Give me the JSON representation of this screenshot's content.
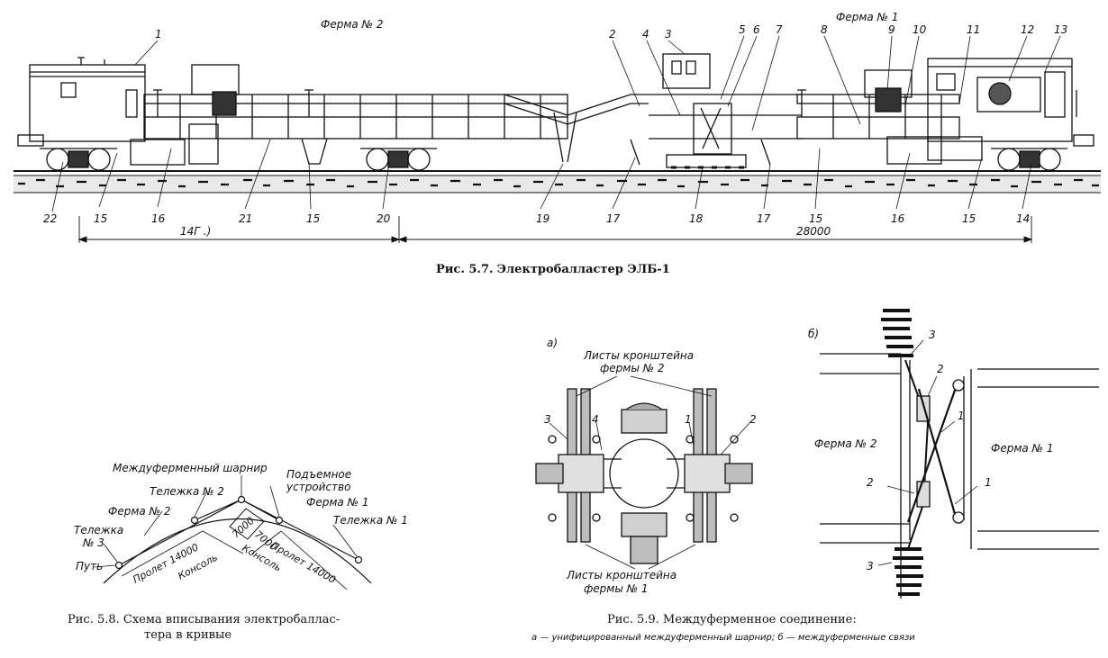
{
  "fig57": {
    "truss2_label": "Ферма № 2",
    "truss1_label": "Ферма № 1",
    "top_numbers": [
      "1",
      "2",
      "4",
      "3",
      "5",
      "6",
      "7",
      "8",
      "9",
      "10",
      "11",
      "12",
      "13"
    ],
    "bottom_numbers": [
      "22",
      "15",
      "16",
      "21",
      "15",
      "20",
      "19",
      "17",
      "18",
      "17",
      "15",
      "16",
      "15",
      "14"
    ],
    "dim_left": "14Г .)",
    "dim_right": "28000",
    "caption_prefix": "Рис. 5.7.",
    "caption_text": "Электробалластер ЭЛБ-1"
  },
  "fig58": {
    "labels": {
      "hinge": "Междуферменный шарнир",
      "lift": "Подъемное",
      "lift2": "устройство",
      "bogie2": "Тележка № 2",
      "truss2": "Ферма № 2",
      "truss1": "Ферма № 1",
      "bogie1": "Тележка № 1",
      "bogie3a": "Тележка",
      "bogie3b": "№ 3",
      "track": "Путь",
      "span_left": "Пролет 14000",
      "console_left": "Консоль",
      "span_right": "Пролет 14000",
      "console_right": "Консоль",
      "dim_7000a": "7000",
      "dim_7000b": "7000"
    },
    "caption_prefix": "Рис. 5.8.",
    "caption_line1": "Схема вписывания электробаллас-",
    "caption_line2": "тера в кривые"
  },
  "fig59": {
    "part_a": "а)",
    "part_b": "б)",
    "sheets_top1": "Листы кронштейна",
    "sheets_top2": "фермы № 2",
    "sheets_bot1": "Листы кронштейна",
    "sheets_bot2": "фермы № 1",
    "a_numbers": [
      "3",
      "4",
      "1",
      "2"
    ],
    "b_truss2": "Ферма № 2",
    "b_truss1": "Ферма № 1",
    "b_numbers": [
      "3",
      "2",
      "1",
      "2",
      "1",
      "3"
    ],
    "caption_prefix": "Рис. 5.9.",
    "caption_text": "Междуферменное соединение:",
    "subcaption": "а — унифицированный междуферменный шарнир; б — междуферменные связи"
  }
}
